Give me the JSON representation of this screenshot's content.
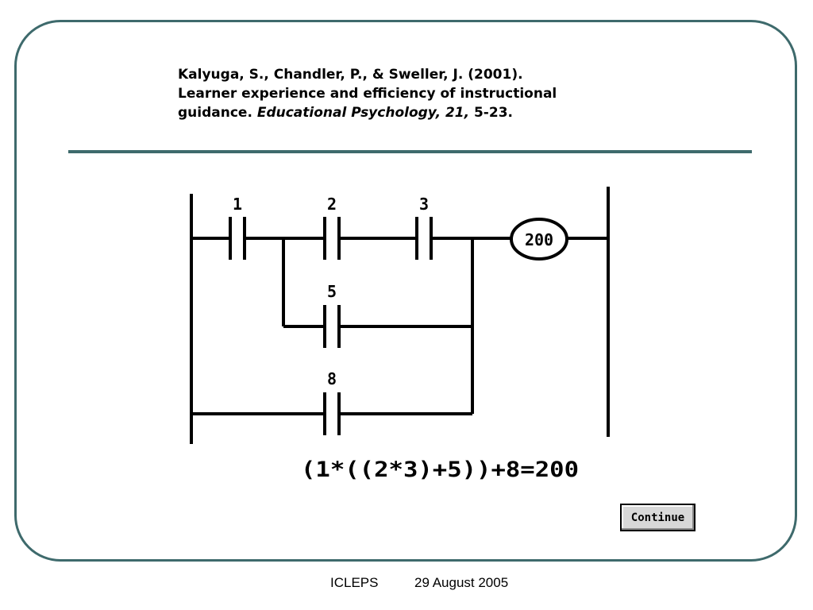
{
  "citation": {
    "line1": "Kalyuga, S., Chandler, P., & Sweller, J. (2001).",
    "line2": "Learner experience and efficiency of instructional",
    "line3_prefix": "guidance. ",
    "journal": "Educational Psychology, 21,",
    "pages": " 5-23."
  },
  "diagram": {
    "contact_labels": [
      "1",
      "2",
      "3",
      "5",
      "8"
    ],
    "coil_label": "200",
    "equation": "(1*((2*3)+5))+8=200"
  },
  "continue_button": {
    "label": "Continue"
  },
  "footer": {
    "org": "ICLEPS",
    "date": "29 August 2005"
  },
  "colors": {
    "frame": "#3e6a6c",
    "rule": "#3e6a6c"
  }
}
